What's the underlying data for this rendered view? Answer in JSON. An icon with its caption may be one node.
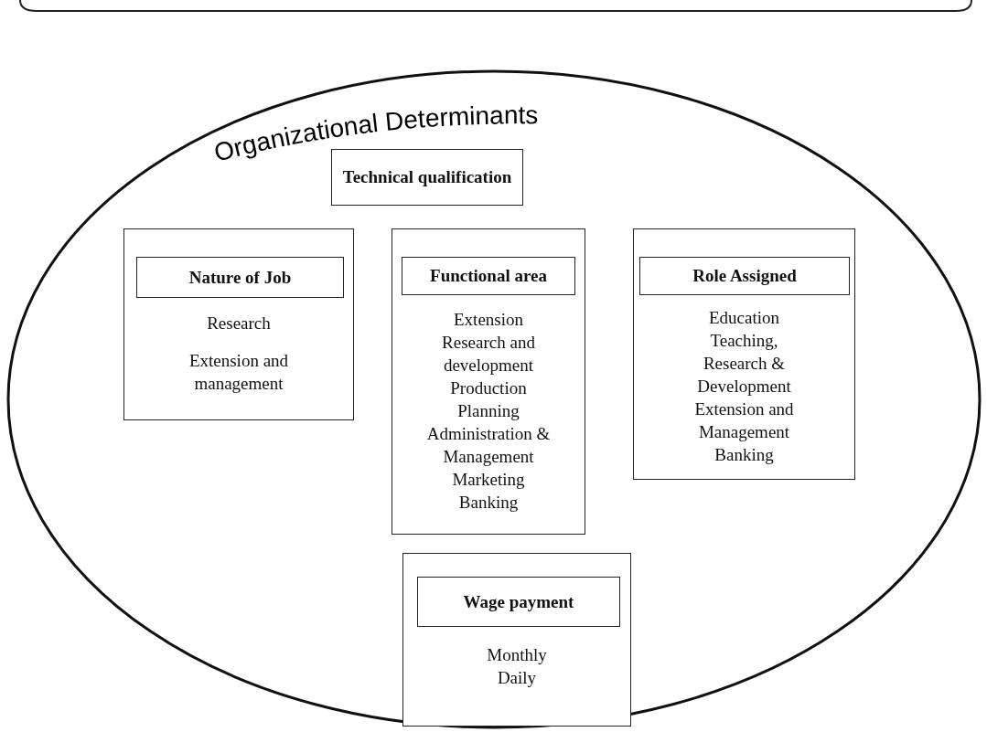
{
  "diagram": {
    "nodes": [
      {
        "text": [
          "Organizational Determinants"
        ]
      },
      {
        "text": [
          "Technical qualification"
        ],
        "in": 0
      },
      {
        "text": [
          "Research",
          "Extension and management"
        ],
        "in": 0
      },
      {
        "text": [
          "Nature of Job"
        ],
        "in": 2
      },
      {
        "text": [
          "Extension",
          "Research and development",
          "Production",
          "Planning",
          "Administration & Management",
          "Marketing",
          "Banking"
        ],
        "in": 0
      },
      {
        "text": [
          "Functional area"
        ],
        "in": 4
      },
      {
        "text": [
          "Education",
          "Teaching, Research & Development",
          "Extension and Management",
          "Banking"
        ],
        "in": 0
      },
      {
        "text": [
          "Role Assigned"
        ],
        "in": 6
      },
      {
        "text": [
          "Monthly",
          "Daily"
        ],
        "in": 0
      },
      {
        "text": [
          "Wage payment"
        ],
        "in": 8
      }
    ],
    "edges": []
  }
}
